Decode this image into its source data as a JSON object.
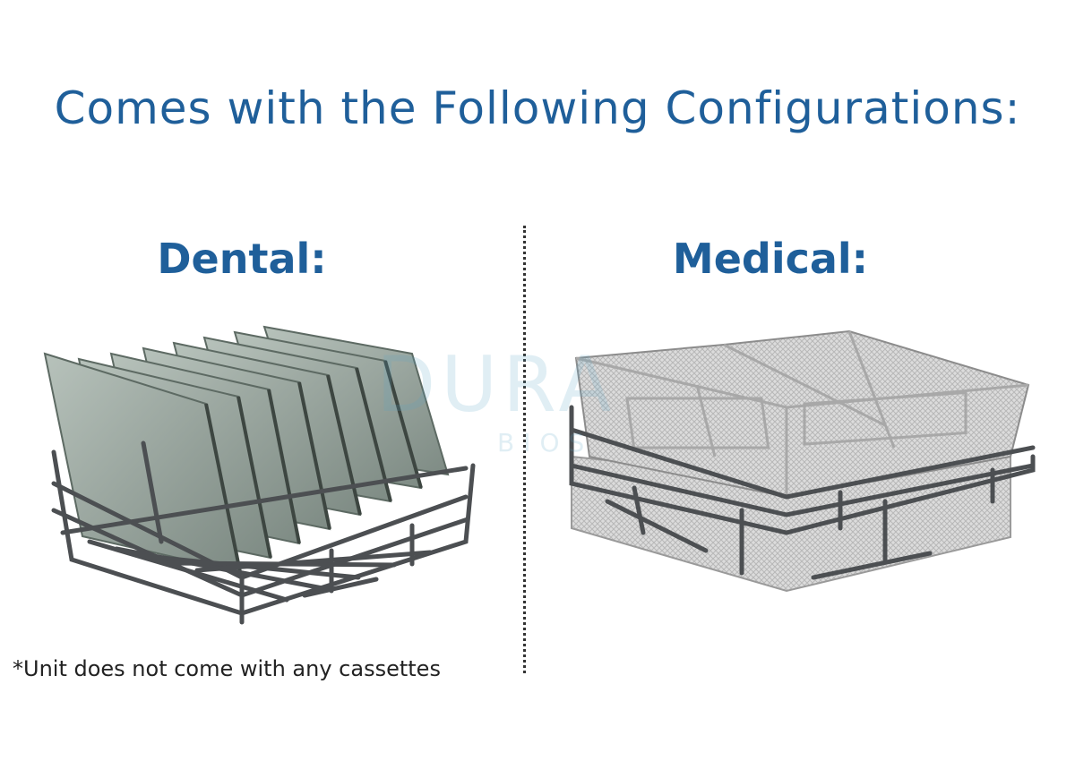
{
  "page": {
    "title": "Comes with the Following Configurations:",
    "accent_color": "#1f5f9a",
    "watermark_color": "#5aa6c8"
  },
  "dental": {
    "heading": "Dental:",
    "image_icon": "dental-cassette-rack-icon",
    "footnote": "*Unit does not come with any cassettes"
  },
  "medical": {
    "heading": "Medical:",
    "image_icon": "medical-basket-rack-icon"
  },
  "watermark": {
    "text": "DURA",
    "subtext": "BIOS"
  }
}
